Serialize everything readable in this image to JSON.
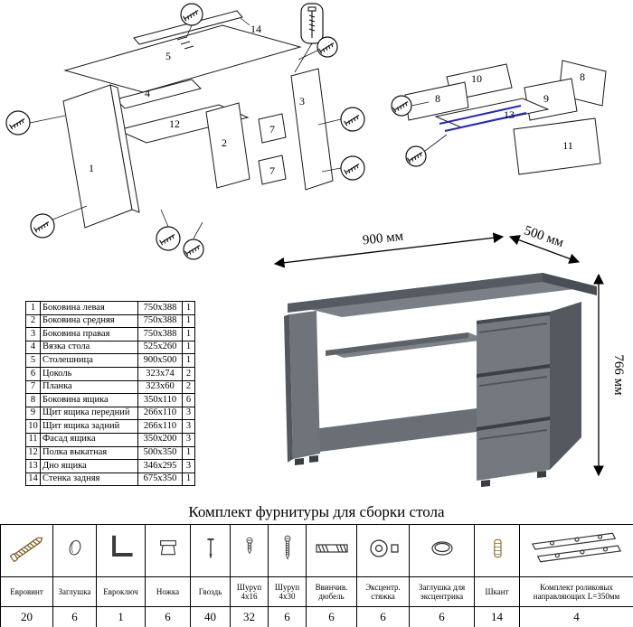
{
  "diagrams": {
    "desk": {
      "labels": [
        "14",
        "5",
        "4",
        "12",
        "2",
        "1",
        "3",
        "7",
        "7"
      ]
    },
    "drawer": {
      "labels": [
        "10",
        "8",
        "8",
        "9",
        "13",
        "11"
      ]
    }
  },
  "dimensions": {
    "width": "900 мм",
    "depth": "500 мм",
    "height": "766 мм"
  },
  "parts": [
    {
      "n": "1",
      "name": "Боковина левая",
      "size": "750x388",
      "qty": "1"
    },
    {
      "n": "2",
      "name": "Боковина средняя",
      "size": "750x388",
      "qty": "1"
    },
    {
      "n": "3",
      "name": "Боковина правая",
      "size": "750x388",
      "qty": "1"
    },
    {
      "n": "4",
      "name": "Вязка стола",
      "size": "525x260",
      "qty": "1"
    },
    {
      "n": "5",
      "name": "Столешница",
      "size": "900x500",
      "qty": "1"
    },
    {
      "n": "6",
      "name": "Цоколь",
      "size": "323x74",
      "qty": "2"
    },
    {
      "n": "7",
      "name": "Планка",
      "size": "323x60",
      "qty": "2"
    },
    {
      "n": "8",
      "name": "Боковина ящика",
      "size": "350x110",
      "qty": "6"
    },
    {
      "n": "9",
      "name": "Щит ящика передний",
      "size": "266x110",
      "qty": "3"
    },
    {
      "n": "10",
      "name": "Щит ящика задний",
      "size": "266x110",
      "qty": "3"
    },
    {
      "n": "11",
      "name": "Фасад ящика",
      "size": "350x200",
      "qty": "3"
    },
    {
      "n": "12",
      "name": "Полка выкатная",
      "size": "500x350",
      "qty": "1"
    },
    {
      "n": "13",
      "name": "Дно ящика",
      "size": "346x295",
      "qty": "3"
    },
    {
      "n": "14",
      "name": "Стенка задняя",
      "size": "675x350",
      "qty": "1"
    }
  ],
  "hardware_title": "Комплект фурнитуры для сборки стола",
  "hardware": [
    {
      "name": "Евровинт",
      "qty": "20",
      "icon": "euroscrew-icon"
    },
    {
      "name": "Заглушка",
      "qty": "6",
      "icon": "cap-icon"
    },
    {
      "name": "Евроключ",
      "qty": "1",
      "icon": "hexkey-icon"
    },
    {
      "name": "Ножка",
      "qty": "6",
      "icon": "foot-icon"
    },
    {
      "name": "Гвоздь",
      "qty": "40",
      "icon": "nail-icon"
    },
    {
      "name": "Шуруп 4x16",
      "qty": "32",
      "icon": "screw-short-icon"
    },
    {
      "name": "Шуруп 4x30",
      "qty": "6",
      "icon": "screw-long-icon"
    },
    {
      "name": "Ввинчив. дюбель",
      "qty": "6",
      "icon": "dowel-screw-icon"
    },
    {
      "name": "Эксцентр. стяжка",
      "qty": "6",
      "icon": "cam-lock-icon"
    },
    {
      "name": "Заглушка для эксцентрика",
      "qty": "6",
      "icon": "cam-cap-icon"
    },
    {
      "name": "Шкант",
      "qty": "14",
      "icon": "wood-dowel-icon"
    },
    {
      "name": "Комплект роликовых направляющих L=350мм",
      "qty": "4",
      "icon": "roller-guides-icon"
    }
  ],
  "colors": {
    "desk_top": "#7b8086",
    "desk_front_edge": "#565b61",
    "desk_side": "#54595f",
    "drawer_front": "#74797f",
    "gap": "#3c4045",
    "slide_blue": "#2323cc"
  }
}
